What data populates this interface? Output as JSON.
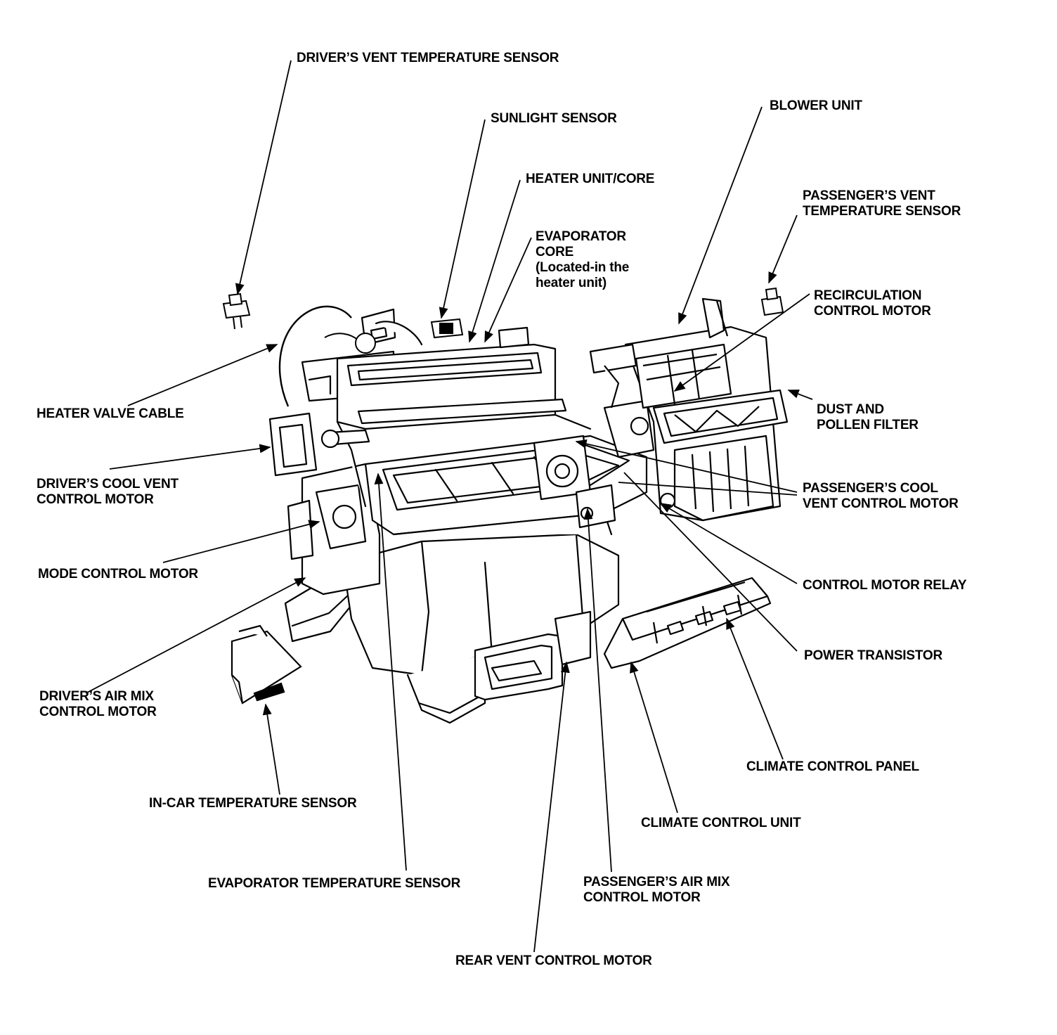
{
  "colors": {
    "ink": "#000000",
    "paper": "#ffffff"
  },
  "labels": {
    "drivers_vent_temp_sensor": [
      "DRIVER’S VENT TEMPERATURE SENSOR"
    ],
    "sunlight_sensor": [
      "SUNLIGHT SENSOR"
    ],
    "blower_unit": [
      "BLOWER UNIT"
    ],
    "heater_unit_core": [
      "HEATER UNIT/CORE"
    ],
    "passengers_vent_temp_sensor": [
      "PASSENGER’S VENT",
      "TEMPERATURE SENSOR"
    ],
    "evaporator_core": [
      "EVAPORATOR",
      "CORE",
      "(Located-in the",
      "heater unit)"
    ],
    "recirculation_control_motor": [
      "RECIRCULATION",
      "CONTROL MOTOR"
    ],
    "heater_valve_cable": [
      "HEATER VALVE CABLE"
    ],
    "dust_and_pollen_filter": [
      "DUST AND",
      "POLLEN FILTER"
    ],
    "drivers_cool_vent_control_motor": [
      "DRIVER’S COOL VENT",
      "CONTROL MOTOR"
    ],
    "passengers_cool_vent_control_motor": [
      "PASSENGER’S COOL",
      "VENT CONTROL MOTOR"
    ],
    "mode_control_motor": [
      "MODE CONTROL MOTOR"
    ],
    "control_motor_relay": [
      "CONTROL MOTOR RELAY"
    ],
    "power_transistor": [
      "POWER TRANSISTOR"
    ],
    "drivers_air_mix_control_motor": [
      "DRIVER’S AIR MIX",
      "CONTROL MOTOR"
    ],
    "climate_control_panel": [
      "CLIMATE CONTROL PANEL"
    ],
    "in_car_temp_sensor": [
      "IN-CAR TEMPERATURE SENSOR"
    ],
    "climate_control_unit": [
      "CLIMATE CONTROL UNIT"
    ],
    "evaporator_temp_sensor": [
      "EVAPORATOR TEMPERATURE SENSOR"
    ],
    "passengers_air_mix_control_motor": [
      "PASSENGER’S AIR MIX",
      "CONTROL MOTOR"
    ],
    "rear_vent_control_motor": [
      "REAR VENT CONTROL MOTOR"
    ]
  }
}
